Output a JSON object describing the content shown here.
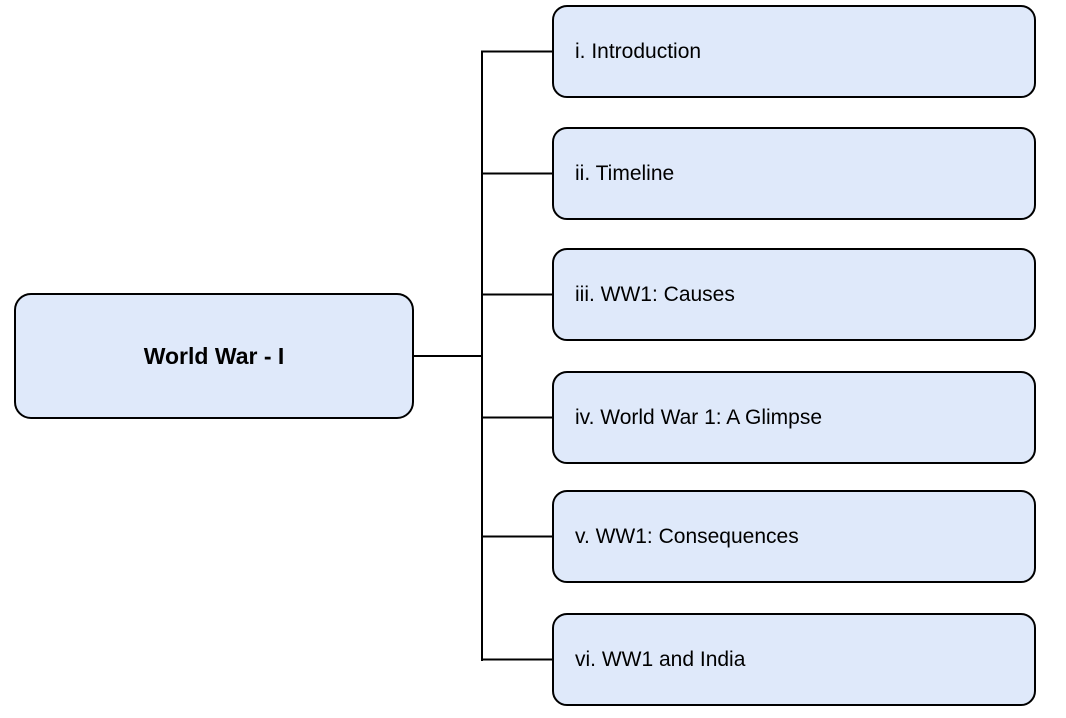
{
  "diagram": {
    "type": "mindmap-tree",
    "root": {
      "label": "World War - I"
    },
    "children": [
      {
        "label": "i. Introduction"
      },
      {
        "label": "ii. Timeline"
      },
      {
        "label": "iii. WW1: Causes"
      },
      {
        "label": "iv. World War 1: A Glimpse"
      },
      {
        "label": "v. WW1: Consequences"
      },
      {
        "label": "vi. WW1 and India"
      }
    ]
  },
  "colors": {
    "background": "#ffffff",
    "node_fill": "#dfe9fa",
    "node_border": "#000000",
    "connector": "#000000",
    "text": "#000000"
  }
}
